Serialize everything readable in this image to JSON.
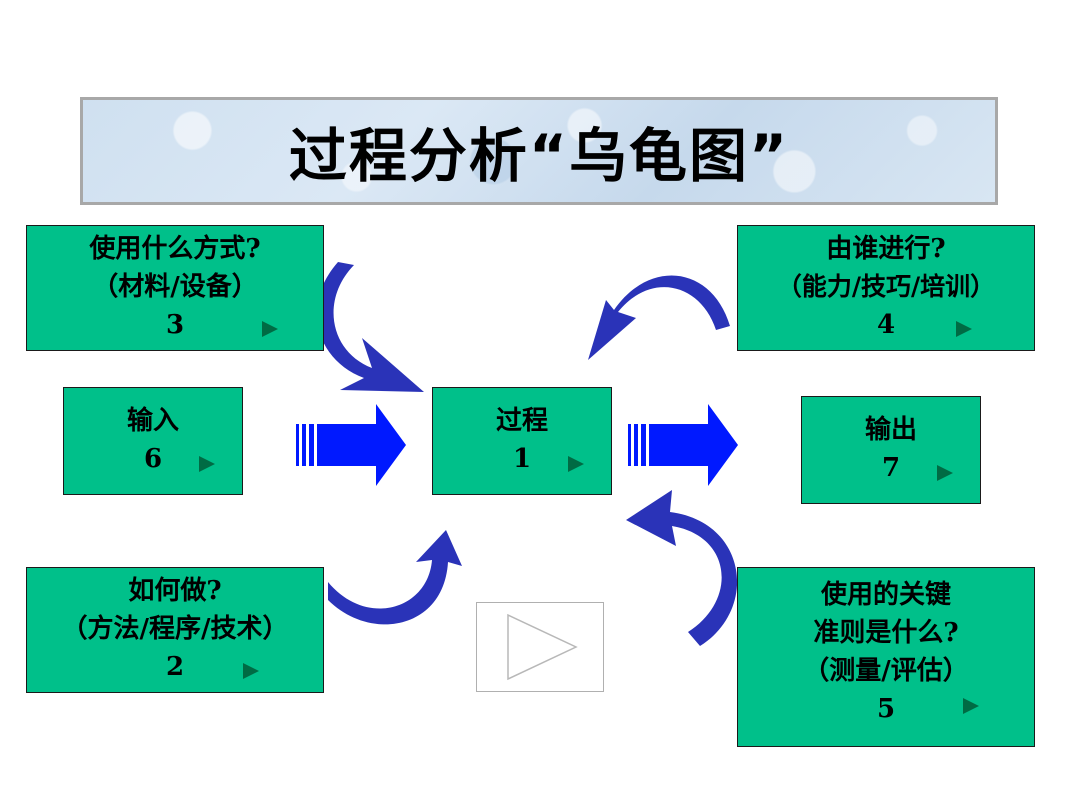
{
  "title": "过程分析“乌龟图”",
  "colors": {
    "box_fill": "#00c08a",
    "arrow_blue": "#0019ff",
    "curve_blue": "#2a33b8",
    "marker": "#006b44"
  },
  "marker_icon": "play-triangle-icon",
  "boxes": {
    "method": {
      "lines": [
        "使用什么方式?",
        "（材料/设备）"
      ],
      "number": "3"
    },
    "who": {
      "lines": [
        "由谁进行?",
        "（能力/技巧/培训）"
      ],
      "number": "4"
    },
    "input": {
      "lines": [
        "输入"
      ],
      "number": "6"
    },
    "process": {
      "lines": [
        "过程"
      ],
      "number": "1"
    },
    "output": {
      "lines": [
        "输出"
      ],
      "number": "7"
    },
    "how": {
      "lines": [
        "如何做?",
        "（方法/程序/技术）"
      ],
      "number": "2"
    },
    "criteria": {
      "lines": [
        "使用的关键",
        "准则是什么?",
        "（测量/评估）"
      ],
      "number": "5"
    }
  }
}
